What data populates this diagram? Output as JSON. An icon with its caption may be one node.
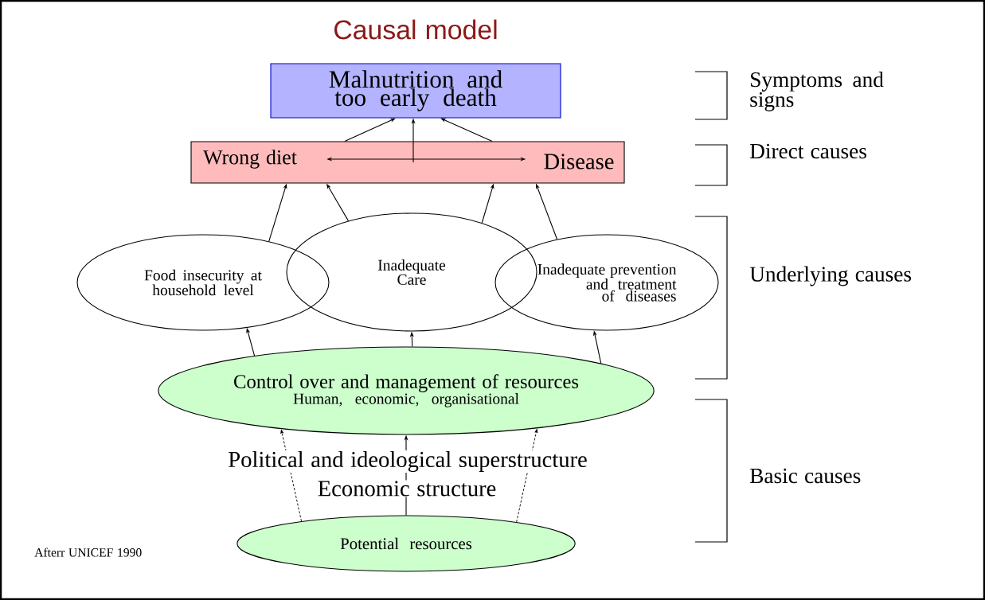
{
  "diagram": {
    "title": "Causal model",
    "nodes": [
      {
        "text": [
          "Malnutrition and too early death"
        ]
      },
      {
        "text": [],
        "shape": "box"
      },
      {
        "text": [
          "Wrong diet"
        ],
        "in": 1
      },
      {
        "text": [
          "Disease"
        ],
        "in": 1
      },
      {
        "text": [
          "Food insecurity at household level"
        ]
      },
      {
        "text": [
          "Inadequate Care"
        ]
      },
      {
        "text": [
          "Inadequate prevention and treatment of diseases"
        ]
      },
      {
        "text": [
          "Control over and management of resources",
          "Human, economic, organisational"
        ]
      },
      {
        "text": [
          "Potential resources"
        ]
      }
    ],
    "edges": [
      {
        "from": 1,
        "to": 0,
        "arrow": "to"
      },
      {
        "from": 1,
        "to": 0,
        "arrow": "to"
      },
      {
        "from": 1,
        "to": 0,
        "arrow": "to"
      },
      {
        "from": 2,
        "to": 3,
        "arrow": "both"
      },
      {
        "from": 4,
        "to": 1,
        "arrow": "to"
      },
      {
        "from": 5,
        "to": 1,
        "arrow": "to"
      },
      {
        "from": 5,
        "to": 1,
        "arrow": "to"
      },
      {
        "from": 6,
        "to": 1,
        "arrow": "to"
      },
      {
        "from": 7,
        "to": 4,
        "arrow": "to"
      },
      {
        "from": 7,
        "to": 5,
        "arrow": "to"
      },
      {
        "from": 7,
        "to": 6,
        "arrow": "to"
      },
      {
        "from": 8,
        "to": 7,
        "arrow": "to",
        "style": "dashed"
      },
      {
        "from": 8,
        "to": 7,
        "arrow": "to"
      },
      {
        "from": 8,
        "to": 7,
        "arrow": "to",
        "style": "dashed"
      }
    ],
    "labels": [
      "Symptoms and signs",
      "Direct causes",
      "Underlying causes",
      "Political and ideological superstructure",
      "Basic causes",
      "Economic structure",
      "Afterr UNICEF 1990"
    ]
  }
}
